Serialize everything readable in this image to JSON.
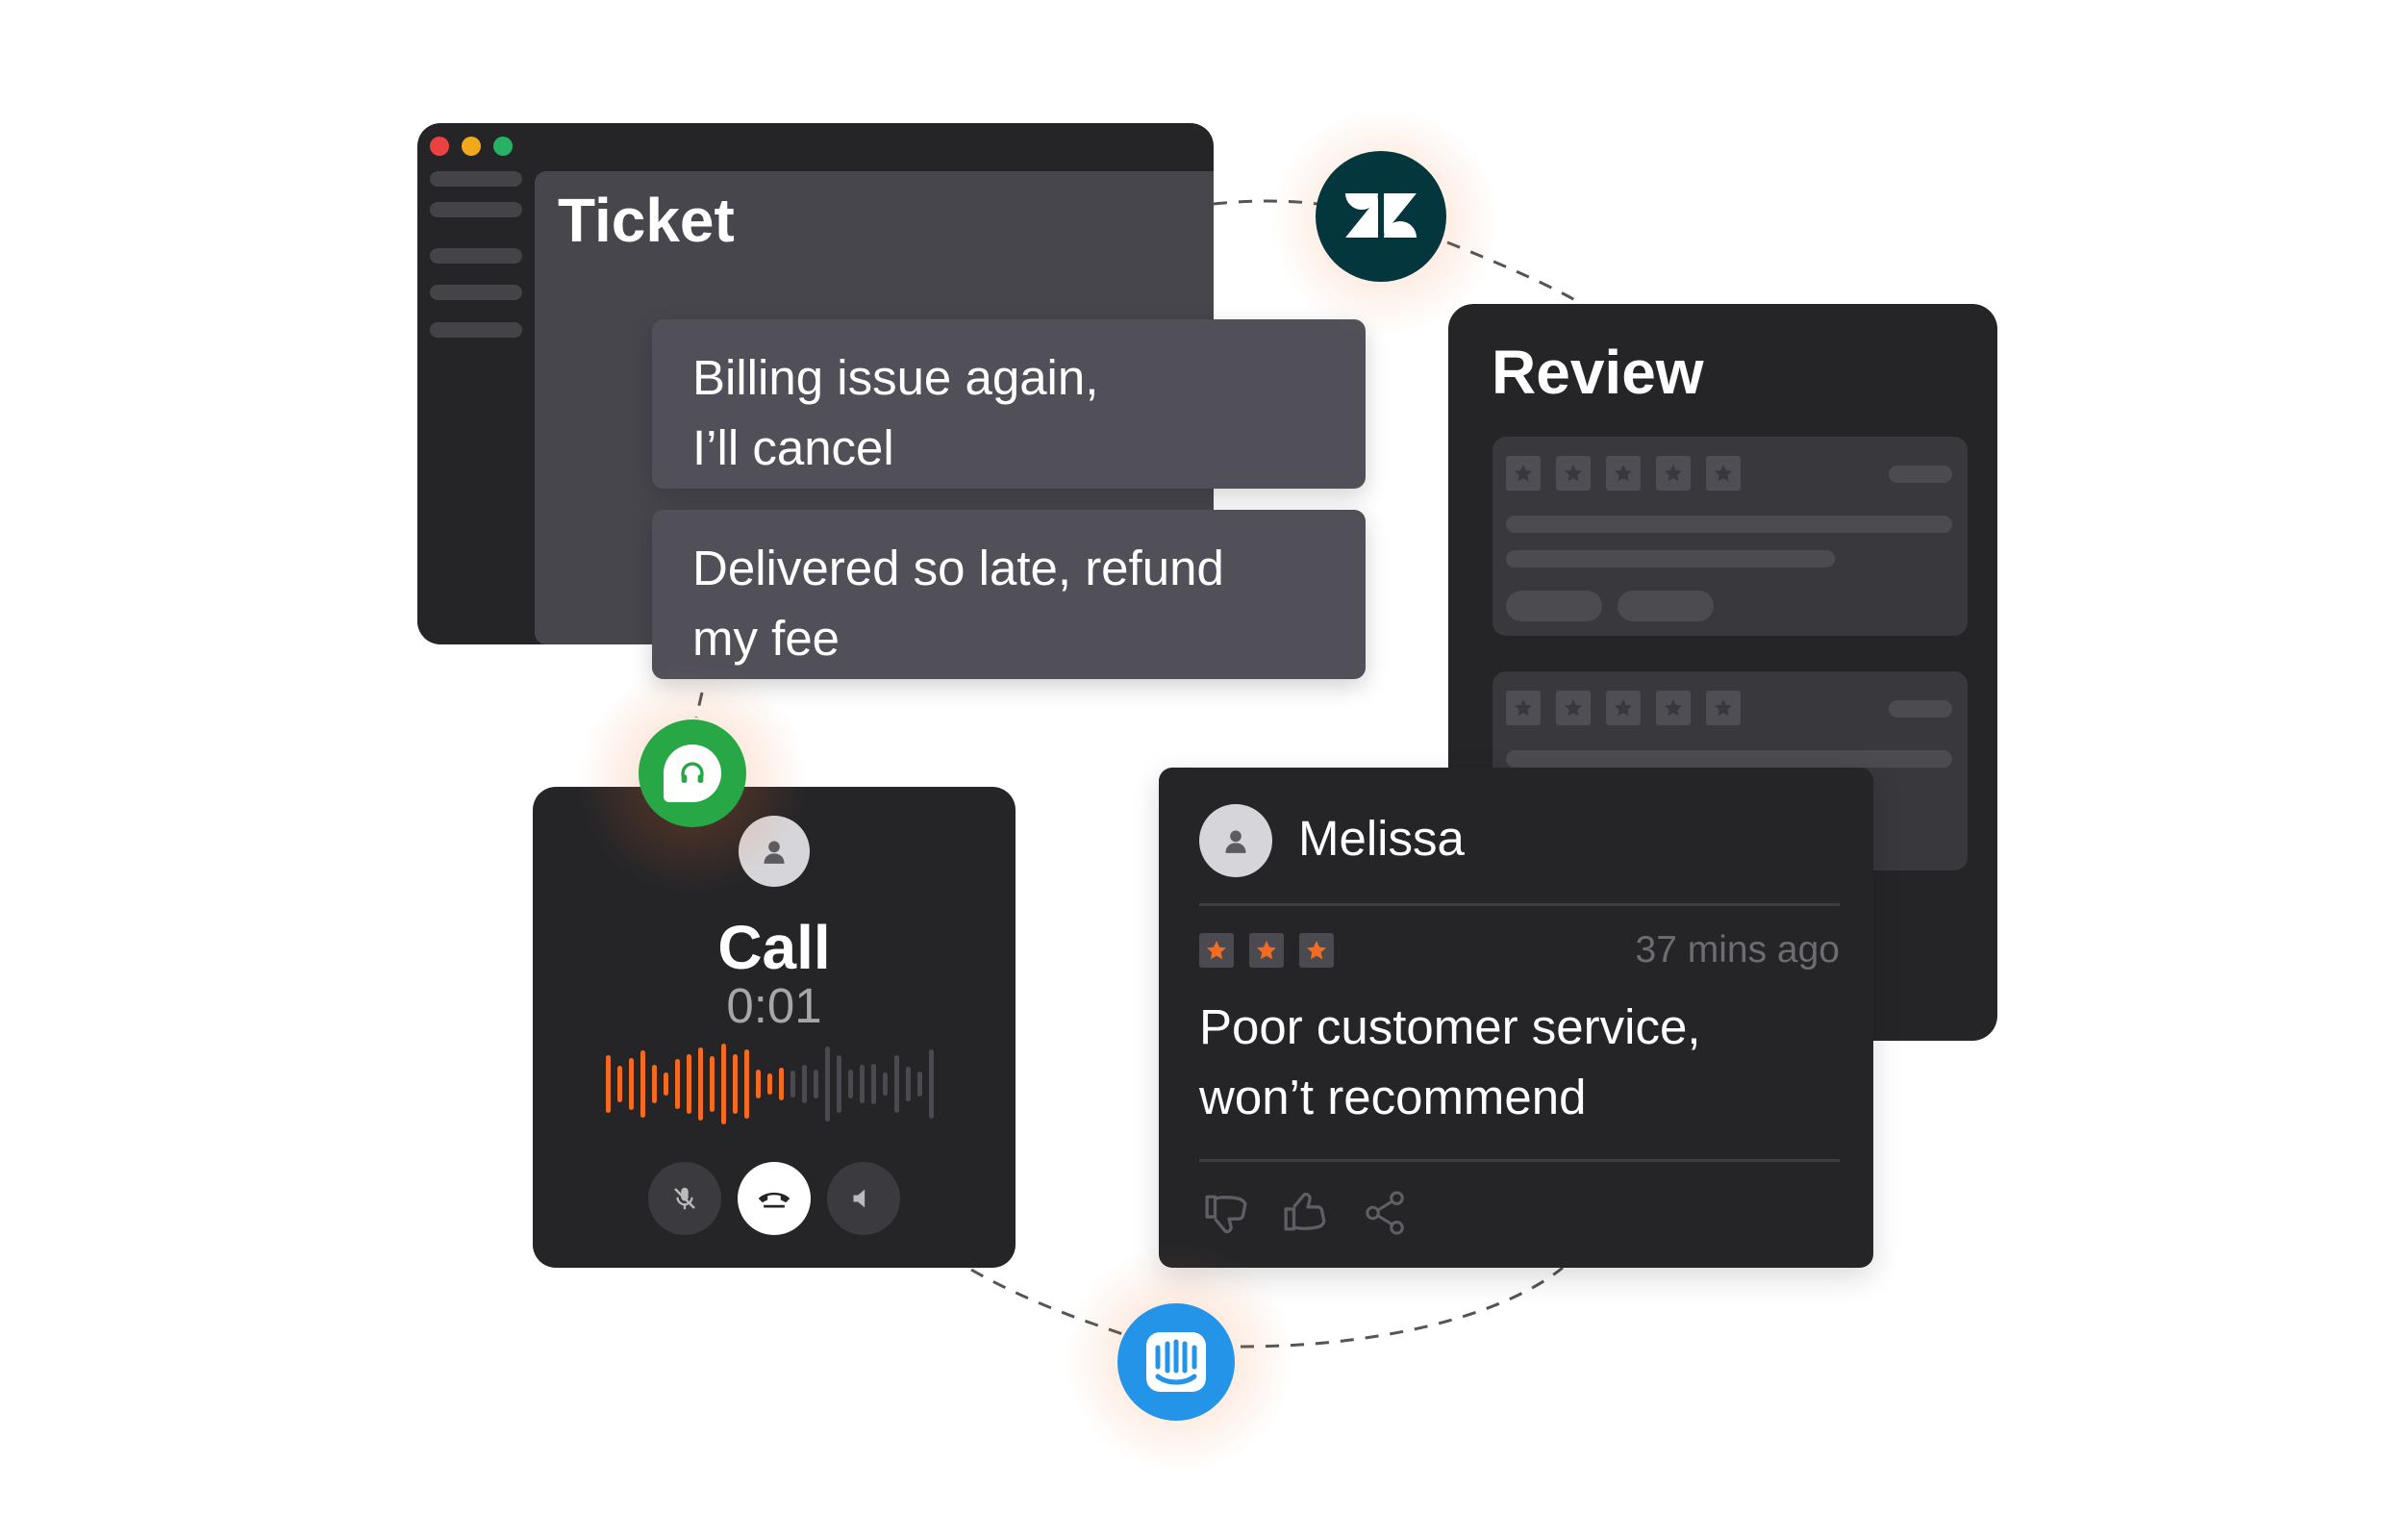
{
  "ticket": {
    "title": "Ticket",
    "messages": [
      {
        "line1": "Billing issue again,",
        "line2": "I’ll cancel"
      },
      {
        "line1": "Delivered so late, refund",
        "line2": "my fee"
      }
    ]
  },
  "review_panel": {
    "title": "Review"
  },
  "review": {
    "user_name": "Melissa",
    "rating": 3,
    "rating_max": 3,
    "time_ago": "37 mins ago",
    "text_line1": "Poor customer service,",
    "text_line2": "won’t recommend"
  },
  "call": {
    "title": "Call",
    "timer": "0:01"
  },
  "integrations": [
    "zendesk-logo",
    "freshcaller-logo",
    "intercom-logo"
  ],
  "colors": {
    "accent_orange": "#f26b21",
    "zendesk": "#03363d",
    "freshcaller": "#27a746",
    "intercom": "#2394e8",
    "card_dark": "#252528"
  }
}
